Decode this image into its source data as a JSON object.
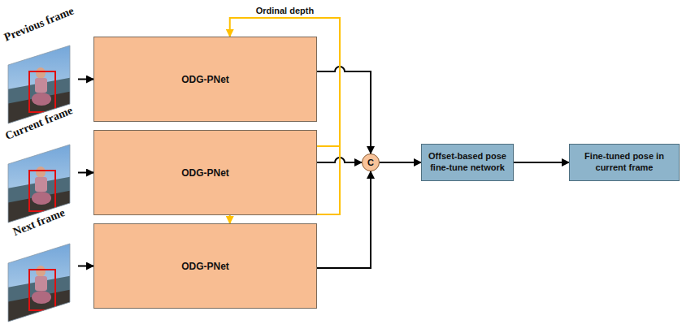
{
  "diagram": {
    "nodes": [
      {
        "text": [
          "Previous frame"
        ]
      },
      {
        "text": [
          "Current frame"
        ]
      },
      {
        "text": [
          "Next frame"
        ]
      },
      {
        "text": [
          "ODG-PNet"
        ]
      },
      {
        "text": [
          "ODG-PNet"
        ]
      },
      {
        "text": [
          "ODG-PNet"
        ]
      },
      {
        "text": [
          "C"
        ]
      },
      {
        "text": [
          "Offset-based pose fine-tune network"
        ]
      },
      {
        "text": [
          "Fine-tuned pose in current frame"
        ]
      }
    ],
    "edges": [
      {
        "from": 0,
        "to": 3,
        "arrow": "to"
      },
      {
        "from": 1,
        "to": 4,
        "arrow": "to"
      },
      {
        "from": 2,
        "to": 5,
        "arrow": "to"
      },
      {
        "from": 3,
        "to": 6,
        "arrow": "to"
      },
      {
        "from": 4,
        "to": 6,
        "arrow": "to"
      },
      {
        "from": 5,
        "to": 6,
        "arrow": "to"
      },
      {
        "from": 4,
        "to": 3,
        "label": "Ordinal depth",
        "arrow": "to"
      },
      {
        "from": 4,
        "to": 5,
        "arrow": "to"
      },
      {
        "from": 6,
        "to": 7,
        "arrow": "to"
      },
      {
        "from": 7,
        "to": 8,
        "arrow": "to"
      }
    ]
  }
}
